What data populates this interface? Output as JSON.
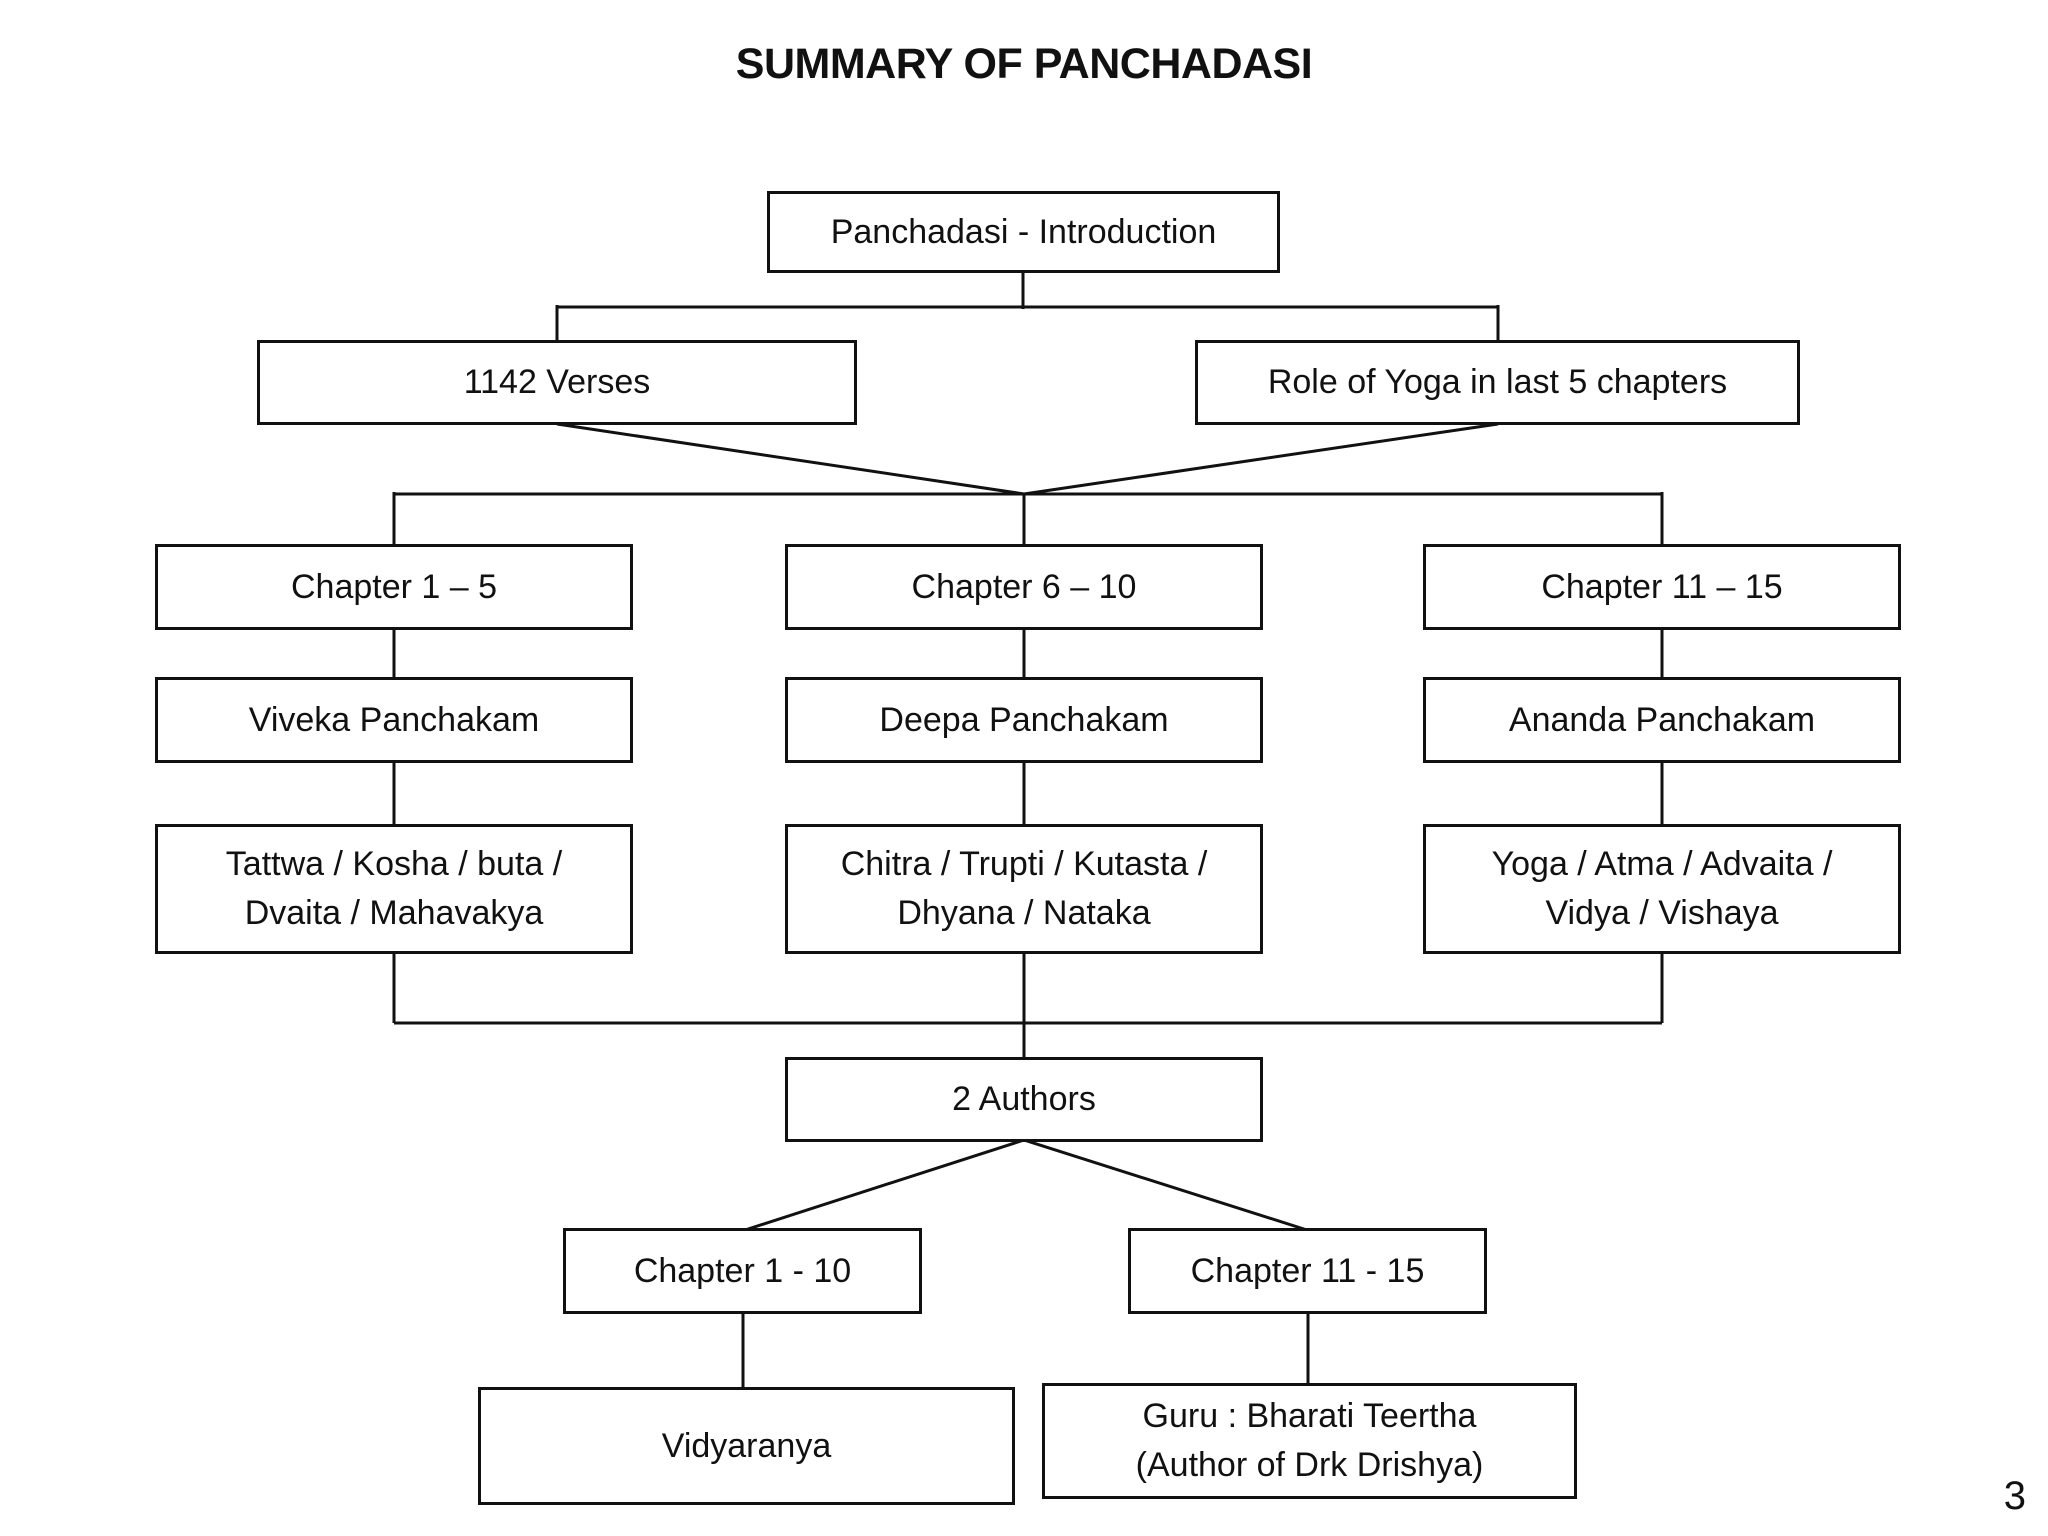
{
  "slide": {
    "title": "SUMMARY OF PANCHADASI",
    "page_number": "3",
    "colors": {
      "line": "#111111",
      "text": "#111111",
      "box_background": "#ffffff",
      "page_background": "#ffffff"
    }
  },
  "diagram": {
    "intro": "Panchadasi - Introduction",
    "verses": "1142 Verses",
    "yoga_role": "Role of Yoga in last 5 chapters",
    "columns": [
      {
        "chapter": "Chapter 1 – 5",
        "panchakam": "Viveka Panchakam",
        "topics_line1": "Tattwa / Kosha / buta /",
        "topics_line2": "Dvaita / Mahavakya"
      },
      {
        "chapter": "Chapter 6 – 10",
        "panchakam": "Deepa Panchakam",
        "topics_line1": "Chitra / Trupti / Kutasta /",
        "topics_line2": "Dhyana / Nataka"
      },
      {
        "chapter": "Chapter 11 – 15",
        "panchakam": "Ananda Panchakam",
        "topics_line1": "Yoga / Atma / Advaita /",
        "topics_line2": "Vidya / Vishaya"
      }
    ],
    "authors": "2 Authors",
    "author_branches": [
      {
        "chapter": "Chapter 1 - 10",
        "author_line1": "Vidyaranya",
        "author_line2": ""
      },
      {
        "chapter": "Chapter 11 - 15",
        "author_line1": "Guru : Bharati Teertha",
        "author_line2": "(Author of Drk Drishya)"
      }
    ]
  }
}
